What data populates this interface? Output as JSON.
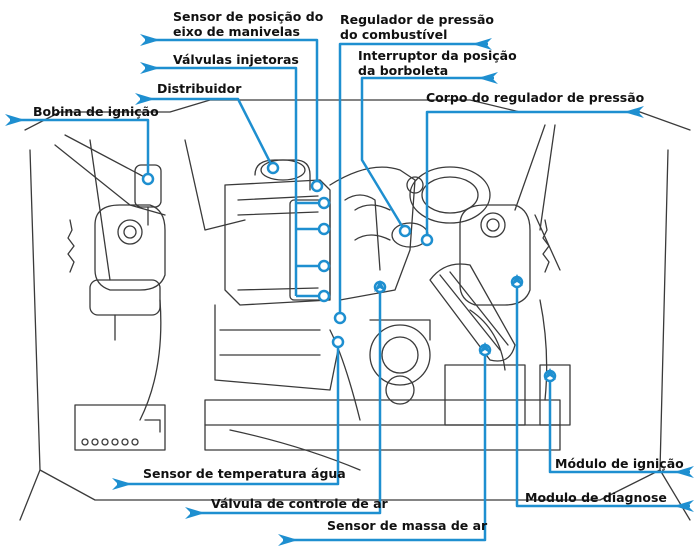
{
  "colors": {
    "leader": "#1e8fd0",
    "arrow": "#1e8fd0",
    "line_art": "#3a3a3a",
    "label_text": "#111111"
  },
  "labels": {
    "crank_sensor_1": "Sensor de posição do",
    "crank_sensor_2": "eixo de manivelas",
    "fuel_regulator_1": "Regulador de pressão",
    "fuel_regulator_2": "do combustível",
    "injectors": "Válvulas injetoras",
    "throttle_switch_1": "Interruptor da posição",
    "throttle_switch_2": "da borboleta",
    "distributor": "Distribuidor",
    "regulator_body": "Corpo do regulador de pressão",
    "ignition_coil": "Bobina de ignição",
    "coolant_sensor": "Sensor de temperatura água",
    "ignition_module": "Módulo de ignição",
    "air_valve": "Válvula de controle de ar",
    "diagnostic_module": "Modulo de diagnose",
    "mass_air_sensor": "Sensor de massa de ar"
  }
}
